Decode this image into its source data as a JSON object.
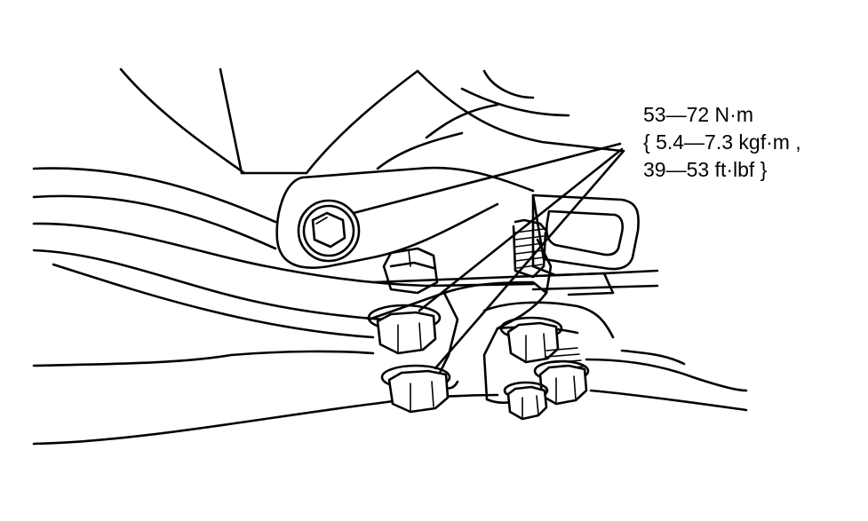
{
  "torque_spec": {
    "line1": "53—72 N·m",
    "line2": "{ 5.4—7.3 kgf·m ,",
    "line3": "39—53 ft·lbf }"
  },
  "colors": {
    "ink": "#000000",
    "paper": "#ffffff"
  }
}
